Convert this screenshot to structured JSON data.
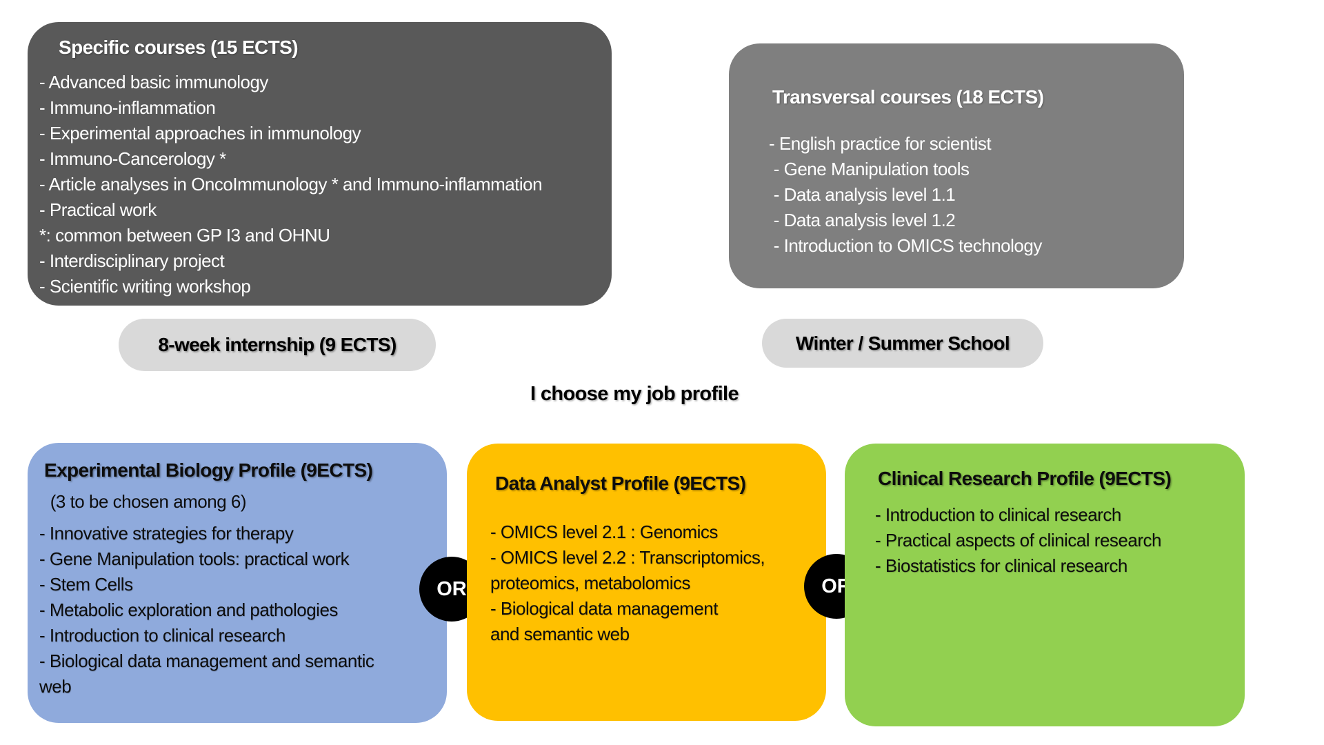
{
  "colors": {
    "dark-box": "#595959",
    "gray-box": "#7f7f7f",
    "pill": "#d9d9d9",
    "blue-box": "#8faadc",
    "orange-box": "#ffc000",
    "green-box": "#92d050",
    "or-circle": "#000000",
    "text-light": "#ffffff",
    "text-dark": "#0d0d0d"
  },
  "specific_courses": {
    "title": "Specific courses (15 ECTS)",
    "items": [
      "- Advanced basic immunology",
      "- Immuno-inflammation",
      "- Experimental approaches in immunology",
      "- Immuno-Cancerology *",
      "- Article analyses in OncoImmunology * and Immuno-inflammation",
      "- Practical work",
      "*: common between GP I3 and OHNU",
      "- Interdisciplinary project",
      "- Scientific writing workshop"
    ]
  },
  "transversal_courses": {
    "title": "Transversal courses (18 ECTS)",
    "items": [
      "- English practice for scientist",
      " - Gene Manipulation tools",
      " - Data analysis level 1.1",
      " - Data analysis level 1.2",
      " - Introduction to OMICS technology"
    ]
  },
  "internship_pill": {
    "label": "8-week internship (9 ECTS)"
  },
  "school_pill": {
    "label": "Winter / Summer School"
  },
  "choose_heading": "I choose my job profile",
  "or_label": "OR",
  "profiles": {
    "experimental": {
      "title": "Experimental Biology Profile (9ECTS)",
      "subtitle": " (3 to be chosen among 6)",
      "items": [
        "- Innovative strategies for therapy",
        "- Gene Manipulation tools: practical work",
        "- Stem Cells",
        "- Metabolic exploration and pathologies",
        "- Introduction to clinical research",
        "- Biological data management and semantic",
        "web"
      ]
    },
    "data_analyst": {
      "title": "Data Analyst Profile (9ECTS)",
      "items": [
        "- OMICS level 2.1 : Genomics",
        "- OMICS level 2.2 : Transcriptomics,",
        "proteomics, metabolomics",
        "- Biological data management",
        "and semantic web"
      ]
    },
    "clinical": {
      "title": "Clinical Research Profile (9ECTS)",
      "items": [
        "- Introduction to clinical research",
        "- Practical aspects of clinical research",
        "- Biostatistics for clinical research"
      ]
    }
  }
}
